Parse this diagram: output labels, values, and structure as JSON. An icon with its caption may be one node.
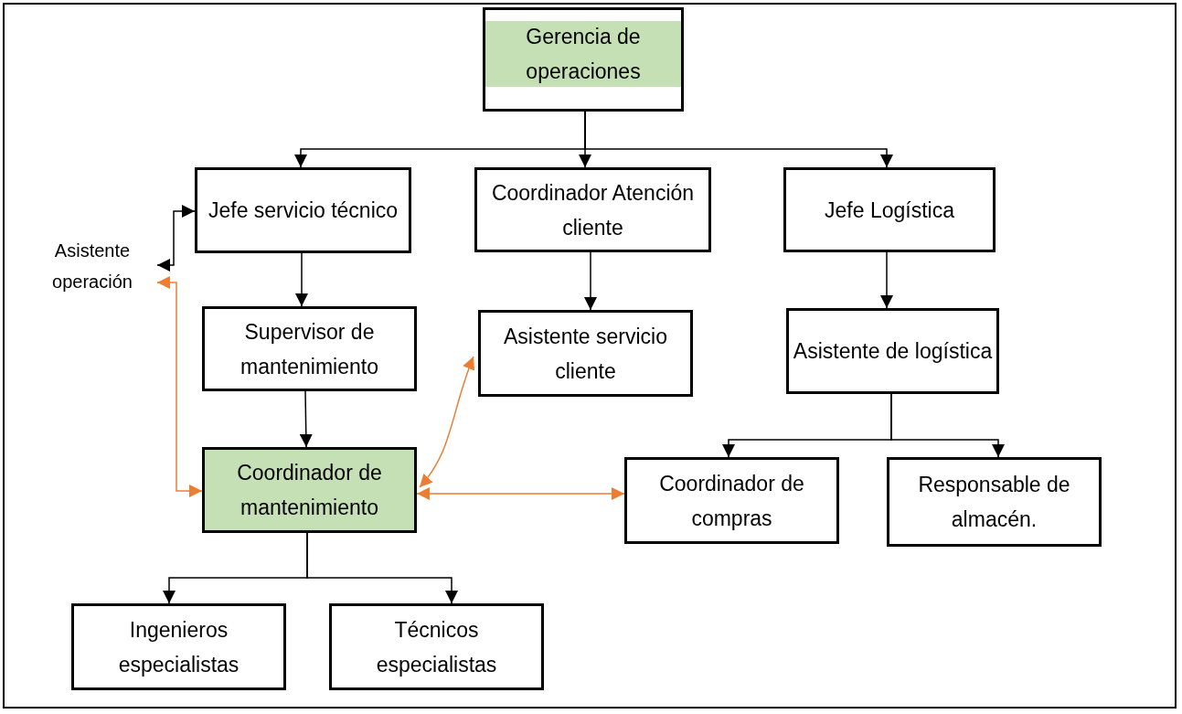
{
  "diagram": {
    "nodes": [
      {
        "text": [
          "Gerencia de operaciones"
        ]
      },
      {
        "text": [
          "Jefe servicio técnico"
        ]
      },
      {
        "text": [
          "Coordinador Atención cliente"
        ]
      },
      {
        "text": [
          "Jefe Logística"
        ]
      },
      {
        "text": [
          "Asistente operación"
        ]
      },
      {
        "text": [
          "Supervisor de mantenimiento"
        ]
      },
      {
        "text": [
          "Asistente servicio cliente"
        ]
      },
      {
        "text": [
          "Asistente de logística"
        ]
      },
      {
        "text": [
          "Coordinador de mantenimiento"
        ]
      },
      {
        "text": [
          "Coordinador de compras"
        ]
      },
      {
        "text": [
          "Responsable de almacén."
        ]
      },
      {
        "text": [
          "Ingenieros especialistas"
        ]
      },
      {
        "text": [
          "Técnicos especialistas"
        ]
      }
    ],
    "edges": [
      {
        "from": 0,
        "to": 1,
        "arrow": "to"
      },
      {
        "from": 0,
        "to": 2,
        "arrow": "to"
      },
      {
        "from": 0,
        "to": 3,
        "arrow": "to"
      },
      {
        "from": 1,
        "to": 4,
        "arrow": "both"
      },
      {
        "from": 4,
        "to": 8,
        "arrow": "both",
        "color": "#ed7d31"
      },
      {
        "from": 1,
        "to": 5,
        "arrow": "to"
      },
      {
        "from": 2,
        "to": 6,
        "arrow": "to"
      },
      {
        "from": 3,
        "to": 7,
        "arrow": "to"
      },
      {
        "from": 5,
        "to": 8,
        "arrow": "to"
      },
      {
        "from": 8,
        "to": 6,
        "arrow": "both",
        "color": "#ed7d31"
      },
      {
        "from": 8,
        "to": 9,
        "arrow": "both",
        "color": "#ed7d31"
      },
      {
        "from": 7,
        "to": 9,
        "arrow": "to"
      },
      {
        "from": 7,
        "to": 10,
        "arrow": "to"
      },
      {
        "from": 8,
        "to": 11,
        "arrow": "to"
      },
      {
        "from": 8,
        "to": 12,
        "arrow": "to"
      }
    ]
  }
}
